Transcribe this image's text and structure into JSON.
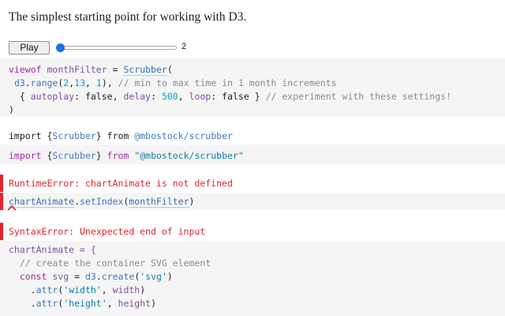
{
  "heading": "The simplest starting point for working with D3.",
  "scrubber": {
    "play_label": "Play",
    "value": "2",
    "min": 2,
    "max": 13
  },
  "cell1": {
    "viewof": "viewof",
    "name": "monthFilter",
    "eq": " = ",
    "scrubber": "Scrubber",
    "paren_open": "(",
    "d3": "d3",
    "range": "range",
    "args_open": "(",
    "n1": "2",
    "n2": "13",
    "n3": "1",
    "args_close": "),",
    "comment1": "// min to max time in 1 month increments",
    "brace_open": "{",
    "autoplay": "autoplay",
    "false1": "false",
    "delay": "delay",
    "delay_val": "500",
    "loop": "loop",
    "false2": "false",
    "brace_close": "}",
    "comment2": "// experiment with these settings!",
    "paren_close": ")"
  },
  "import_output": {
    "import": "import",
    "name": "Scrubber",
    "from": "from",
    "module": "@mbostock/scrubber"
  },
  "cell2": {
    "import": "import",
    "name": "Scrubber",
    "from": "from",
    "module": "\"@mbostock/scrubber\""
  },
  "error1": "RuntimeError: chartAnimate is not defined",
  "cell3": {
    "obj": "chartAnimate",
    "method": "setIndex",
    "arg": "monthFilter"
  },
  "error2": "SyntaxError: Unexpected end of input",
  "cell4": {
    "line1": "chartAnimate = {",
    "comment": "// create the container SVG element",
    "const": "const",
    "svg": "svg",
    "d3": "d3",
    "create": "create",
    "svg_str": "'svg'",
    "attr1": "attr",
    "width_str": "'width'",
    "width": "width",
    "attr2": "attr",
    "height_str": "'height'",
    "height": "height"
  },
  "colors": {
    "error": "#e3242b",
    "code_bg": "#f5f5f5",
    "slider_thumb": "#1a73e8"
  }
}
